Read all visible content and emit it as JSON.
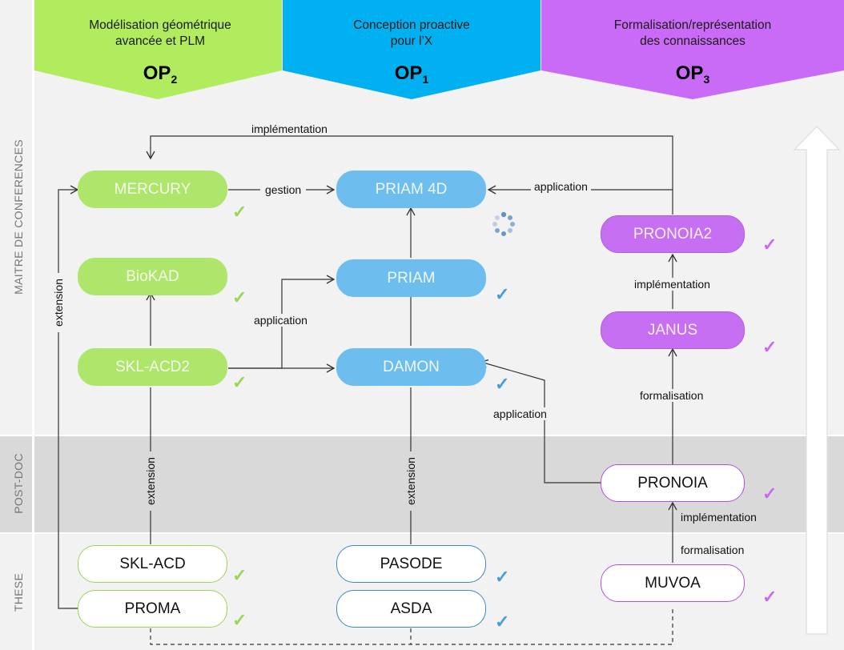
{
  "columns": [
    {
      "line1": "Modélisation géométrique",
      "line2": "avancée et PLM",
      "op": "OP",
      "op_sub": "2",
      "color": "#b0ec5e"
    },
    {
      "line1": "Conception proactive",
      "line2": "pour l’X",
      "op": "OP",
      "op_sub": "1",
      "color": "#00b0f0"
    },
    {
      "line1": "Formalisation/représentation",
      "line2": "des connaissances",
      "op": "OP",
      "op_sub": "3",
      "color": "#c96bf7"
    }
  ],
  "rows": {
    "mcf": "MAITRE DE CONFERENCES",
    "postdoc": "POST-DOC",
    "these": "THESE"
  },
  "nodes": {
    "mercury": "MERCURY",
    "biokad": "BioKAD",
    "skl_acd2": "SKL-ACD2",
    "skl_acd": "SKL-ACD",
    "proma": "PROMA",
    "priam4d": "PRIAM 4D",
    "priam": "PRIAM",
    "damon": "DAMON",
    "pasode": "PASODE",
    "asda": "ASDA",
    "pronoia2": "PRONOIA2",
    "janus": "JANUS",
    "pronoia": "PRONOIA",
    "muvoa": "MUVOA"
  },
  "edges": {
    "impl_top": "implémentation",
    "gestion": "gestion",
    "application_top": "application",
    "extension_left": "extension",
    "application_mid": "application",
    "impl_right": "implémentation",
    "formalisation_right": "formalisation",
    "application_right": "application",
    "extension_op2": "extension",
    "extension_op1": "extension",
    "impl_bottom": "implémentation",
    "formalisation_bottom": "formalisation"
  },
  "check_glyph": "✓",
  "colors": {
    "op2": "#aee66b",
    "op1": "#6dbdef",
    "op3": "#c66ff2",
    "band_light": "#f2f2f2",
    "band_dark": "#d9d9d9"
  }
}
